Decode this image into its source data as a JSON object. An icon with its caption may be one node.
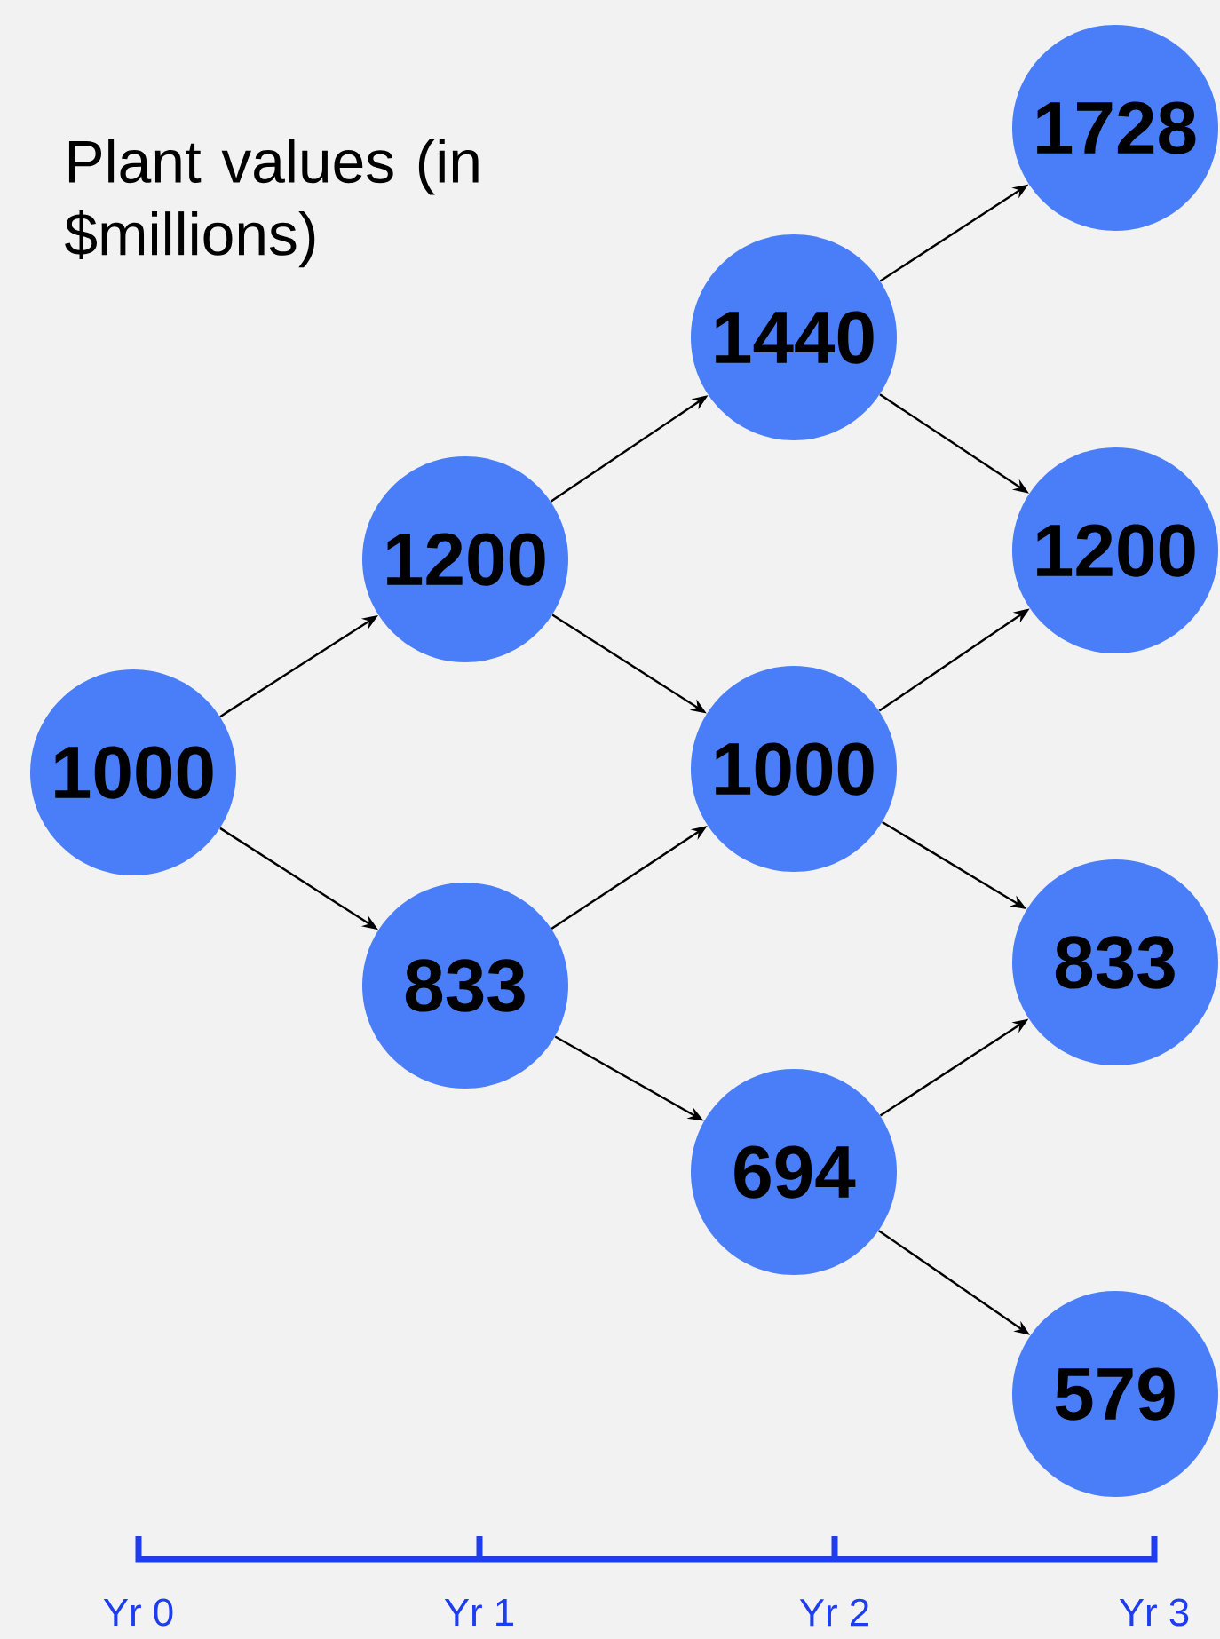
{
  "diagram": {
    "title": "Plant values (in $millions)",
    "nodes": [
      {
        "text": [
          "1000"
        ]
      },
      {
        "text": [
          "1200"
        ]
      },
      {
        "text": [
          "833"
        ]
      },
      {
        "text": [
          "1440"
        ]
      },
      {
        "text": [
          "1000"
        ]
      },
      {
        "text": [
          "694"
        ]
      },
      {
        "text": [
          "1728"
        ]
      },
      {
        "text": [
          "1200"
        ]
      },
      {
        "text": [
          "833"
        ]
      },
      {
        "text": [
          "579"
        ]
      }
    ],
    "edges": [
      {
        "from": 0,
        "to": 1,
        "arrow": "to"
      },
      {
        "from": 0,
        "to": 2,
        "arrow": "to"
      },
      {
        "from": 1,
        "to": 3,
        "arrow": "to"
      },
      {
        "from": 1,
        "to": 4,
        "arrow": "to"
      },
      {
        "from": 2,
        "to": 4,
        "arrow": "to"
      },
      {
        "from": 2,
        "to": 5,
        "arrow": "to"
      },
      {
        "from": 3,
        "to": 6,
        "arrow": "to"
      },
      {
        "from": 3,
        "to": 7,
        "arrow": "to"
      },
      {
        "from": 4,
        "to": 7,
        "arrow": "to"
      },
      {
        "from": 4,
        "to": 8,
        "arrow": "to"
      },
      {
        "from": 5,
        "to": 8,
        "arrow": "to"
      },
      {
        "from": 5,
        "to": 9,
        "arrow": "to"
      }
    ],
    "labels": [
      "Yr 0",
      "Yr 1",
      "Yr 2",
      "Yr 3"
    ]
  }
}
